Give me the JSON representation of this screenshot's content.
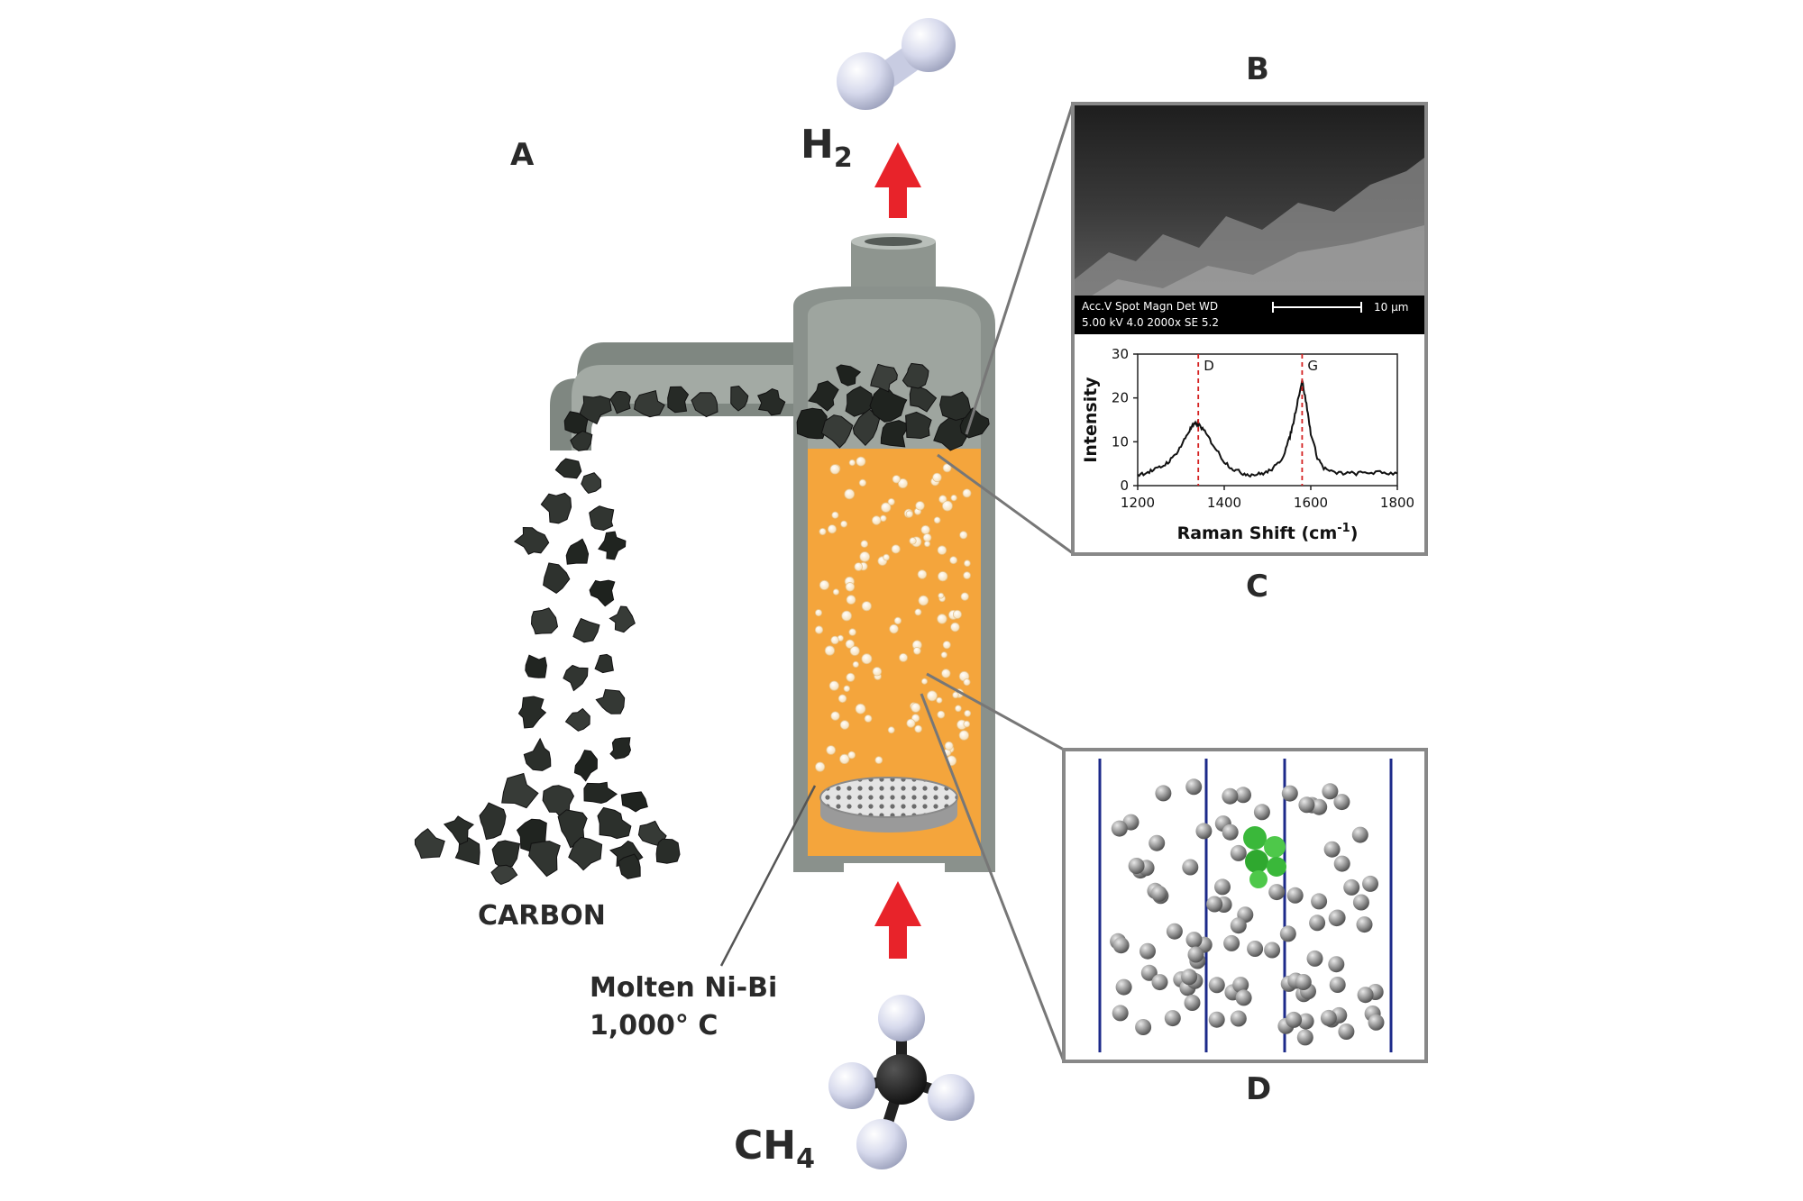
{
  "labels": {
    "panel_a": "A",
    "panel_b": "B",
    "panel_c": "C",
    "panel_d": "D",
    "h2_main": "H",
    "h2_sub": "2",
    "ch4_main": "CH",
    "ch4_sub": "4",
    "carbon": "CARBON",
    "molten_line1": "Molten Ni-Bi",
    "molten_line2": "1,000° C"
  },
  "sem": {
    "row1": "Acc.V   Spot Magn     Det  WD",
    "row2": "5.00 kV 4.0   2000x      SE   5.2",
    "scale": "10 µm"
  },
  "colors": {
    "molten": "#f4a53c",
    "reactor_wall": "#8a918c",
    "arrow": "#e8232a",
    "carbon": "#2b2f2c",
    "hydrogen": "#d4d8ec",
    "md_line": "#1c2a8a",
    "md_atom": "#7a7a7a",
    "md_molecule": "#3ab83a"
  },
  "chart_data": {
    "type": "line",
    "xlabel_main": "Raman Shift (cm",
    "xlabel_sup": "-1",
    "xlabel_close": ")",
    "ylabel": "Intensity",
    "xlim": [
      1200,
      1800
    ],
    "ylim": [
      0,
      30
    ],
    "x_ticks": [
      "1200",
      "1400",
      "1600",
      "1800"
    ],
    "y_ticks": [
      "0",
      "10",
      "20",
      "30"
    ],
    "grid": false,
    "annotations": [
      {
        "text": "D",
        "x": 1340
      },
      {
        "text": "G",
        "x": 1580
      }
    ],
    "series": [
      {
        "x": [
          1200,
          1220,
          1240,
          1260,
          1280,
          1300,
          1315,
          1325,
          1335,
          1345,
          1360,
          1380,
          1400,
          1420,
          1440,
          1460,
          1480,
          1500,
          1520,
          1535,
          1550,
          1560,
          1570,
          1580,
          1590,
          1600,
          1615,
          1630,
          1650,
          1680,
          1710,
          1740,
          1770,
          1800
        ],
        "y": [
          2.5,
          3.0,
          3.6,
          4.6,
          6.2,
          9.0,
          11.8,
          13.4,
          14.2,
          13.6,
          11.5,
          8.5,
          5.5,
          3.8,
          2.9,
          2.5,
          2.6,
          3.1,
          4.5,
          6.5,
          10.5,
          14.5,
          19.5,
          24.0,
          18.5,
          12.0,
          6.5,
          4.0,
          3.0,
          2.8,
          2.8,
          3.0,
          2.9,
          2.8
        ]
      }
    ]
  }
}
